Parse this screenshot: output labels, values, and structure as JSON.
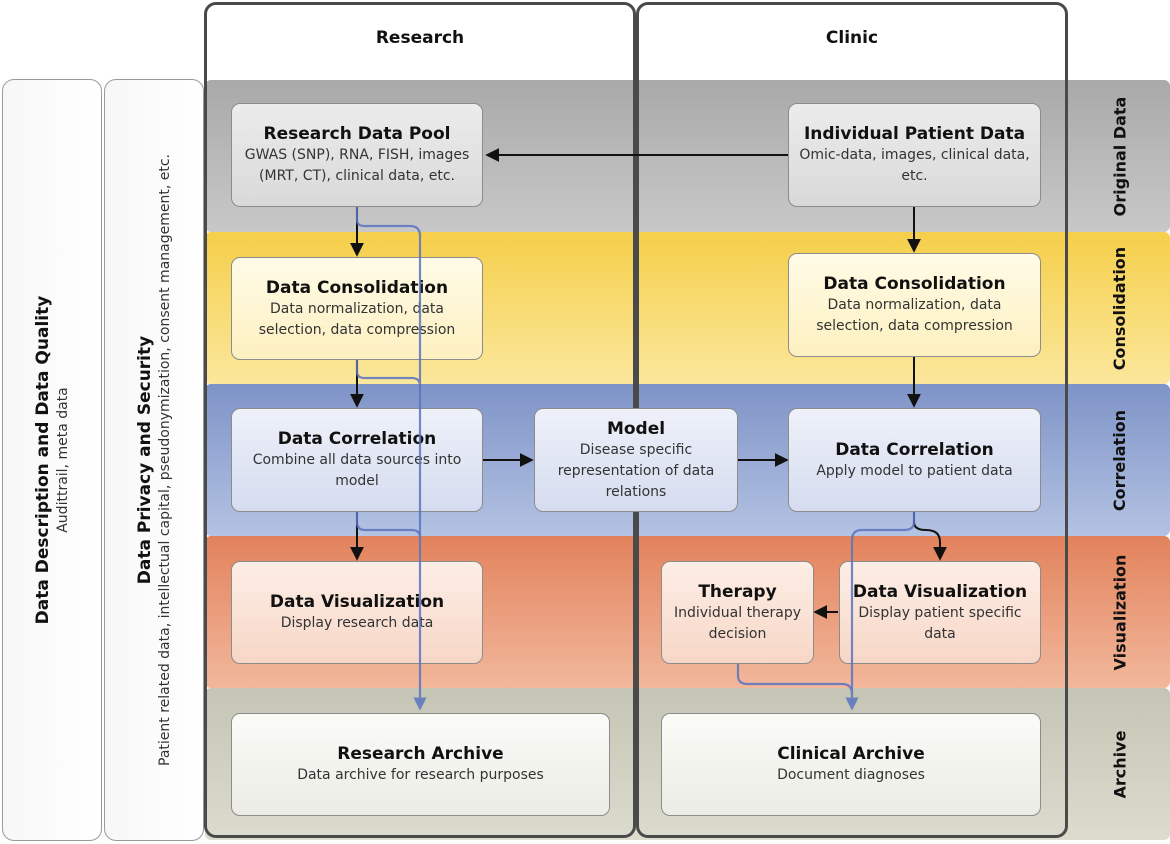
{
  "columns": {
    "research": "Research",
    "clinic": "Clinic"
  },
  "bands": {
    "original": "Original Data",
    "consolidation": "Consolidation",
    "correlation": "Correlation",
    "visualization": "Visualization",
    "archive": "Archive"
  },
  "side": {
    "quality_title": "Data Description and Data Quality",
    "quality_sub": "Audittrail, meta data",
    "privacy_title": "Data Privacy and Security",
    "privacy_sub": "Patient related data, intellectual capital, pseudonymization, consent management, etc."
  },
  "boxes": {
    "research_pool": {
      "title": "Research Data Pool",
      "desc": "GWAS (SNP), RNA, FISH, images (MRT, CT), clinical data, etc."
    },
    "patient_data": {
      "title": "Individual Patient Data",
      "desc": "Omic-data, images, clinical data, etc."
    },
    "research_consolidation": {
      "title": "Data Consolidation",
      "desc": "Data normalization, data selection, data compression"
    },
    "clinic_consolidation": {
      "title": "Data Consolidation",
      "desc": "Data normalization, data selection, data compression"
    },
    "research_correlation": {
      "title": "Data Correlation",
      "desc": "Combine all data sources into model"
    },
    "model": {
      "title": "Model",
      "desc": "Disease specific representation of data relations"
    },
    "clinic_correlation": {
      "title": "Data Correlation",
      "desc": "Apply model to patient data"
    },
    "research_visualization": {
      "title": "Data Visualization",
      "desc": "Display research data"
    },
    "therapy": {
      "title": "Therapy",
      "desc": "Individual therapy decision"
    },
    "clinic_visualization": {
      "title": "Data Visualization",
      "desc": "Display patient specific data"
    },
    "research_archive": {
      "title": "Research Archive",
      "desc": "Data archive for research purposes"
    },
    "clinical_archive": {
      "title": "Clinical Archive",
      "desc": "Document diagnoses"
    }
  },
  "colors": {
    "original": "#b9b9b9",
    "consolidation": "#f7d560",
    "correlation": "#8fa3d2",
    "visualization": "#e9987a",
    "archive": "#d1d2c2",
    "archive_flow": "#5b74c0",
    "arrow": "#111111"
  }
}
